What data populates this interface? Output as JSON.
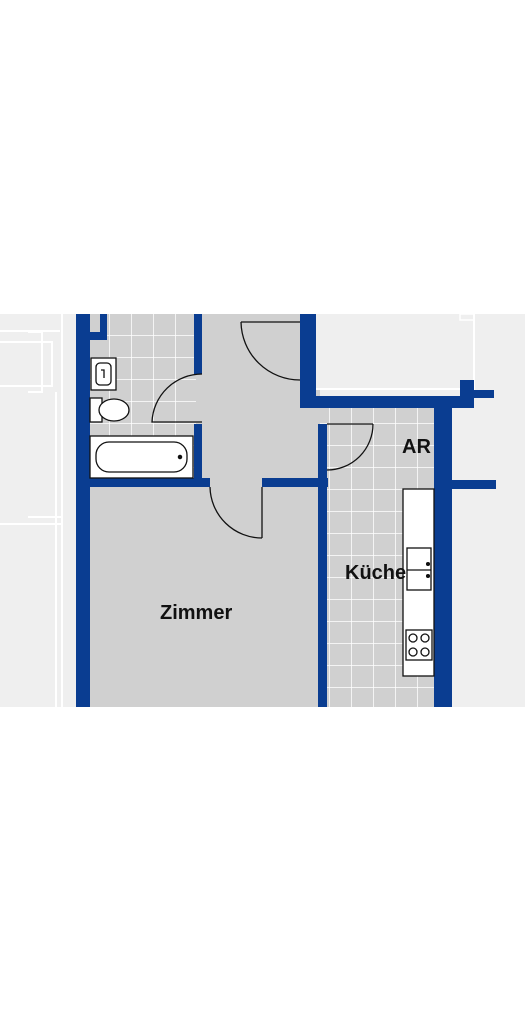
{
  "rooms": {
    "zimmer": "Zimmer",
    "kueche": "Küche",
    "ar": "AR"
  },
  "colors": {
    "wall": "#0a3d91",
    "floor": "#d0d0d0",
    "background": "#efefef",
    "tile_grid": "#ffffff",
    "fixture_line": "#222222"
  }
}
